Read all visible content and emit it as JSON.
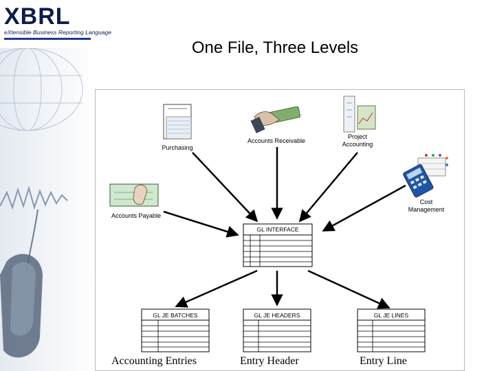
{
  "logo": {
    "brand": "XBRL",
    "tagline": "eXtensible Business Reporting Language"
  },
  "title": "One File, Three Levels",
  "sources": [
    {
      "label": "Purchasing",
      "icon": "purchase-order-icon"
    },
    {
      "label": "Accounts Receivable",
      "icon": "hand-money-icon"
    },
    {
      "label": "Project Accounting",
      "line1": "Project",
      "line2": "Accounting",
      "icon": "project-chart-icon"
    },
    {
      "label": "Accounts Payable",
      "icon": "check-writing-icon"
    },
    {
      "label": "Cost Management",
      "line1": "Cost",
      "line2": "Management",
      "icon": "calculator-icon"
    }
  ],
  "hub": {
    "label": "GL INTERFACE"
  },
  "targets": [
    {
      "label": "GL JE BATCHES"
    },
    {
      "label": "GL JE HEADERS"
    },
    {
      "label": "GL JE LINES"
    }
  ],
  "captions": {
    "left": "Accounting Entries",
    "middle": "Entry Header",
    "right": "Entry Line"
  },
  "colors": {
    "logo": "#0d1b4d",
    "logo_accent": "#1f3a8a",
    "arrow": "#000000",
    "frame": "#b9b9b9"
  }
}
